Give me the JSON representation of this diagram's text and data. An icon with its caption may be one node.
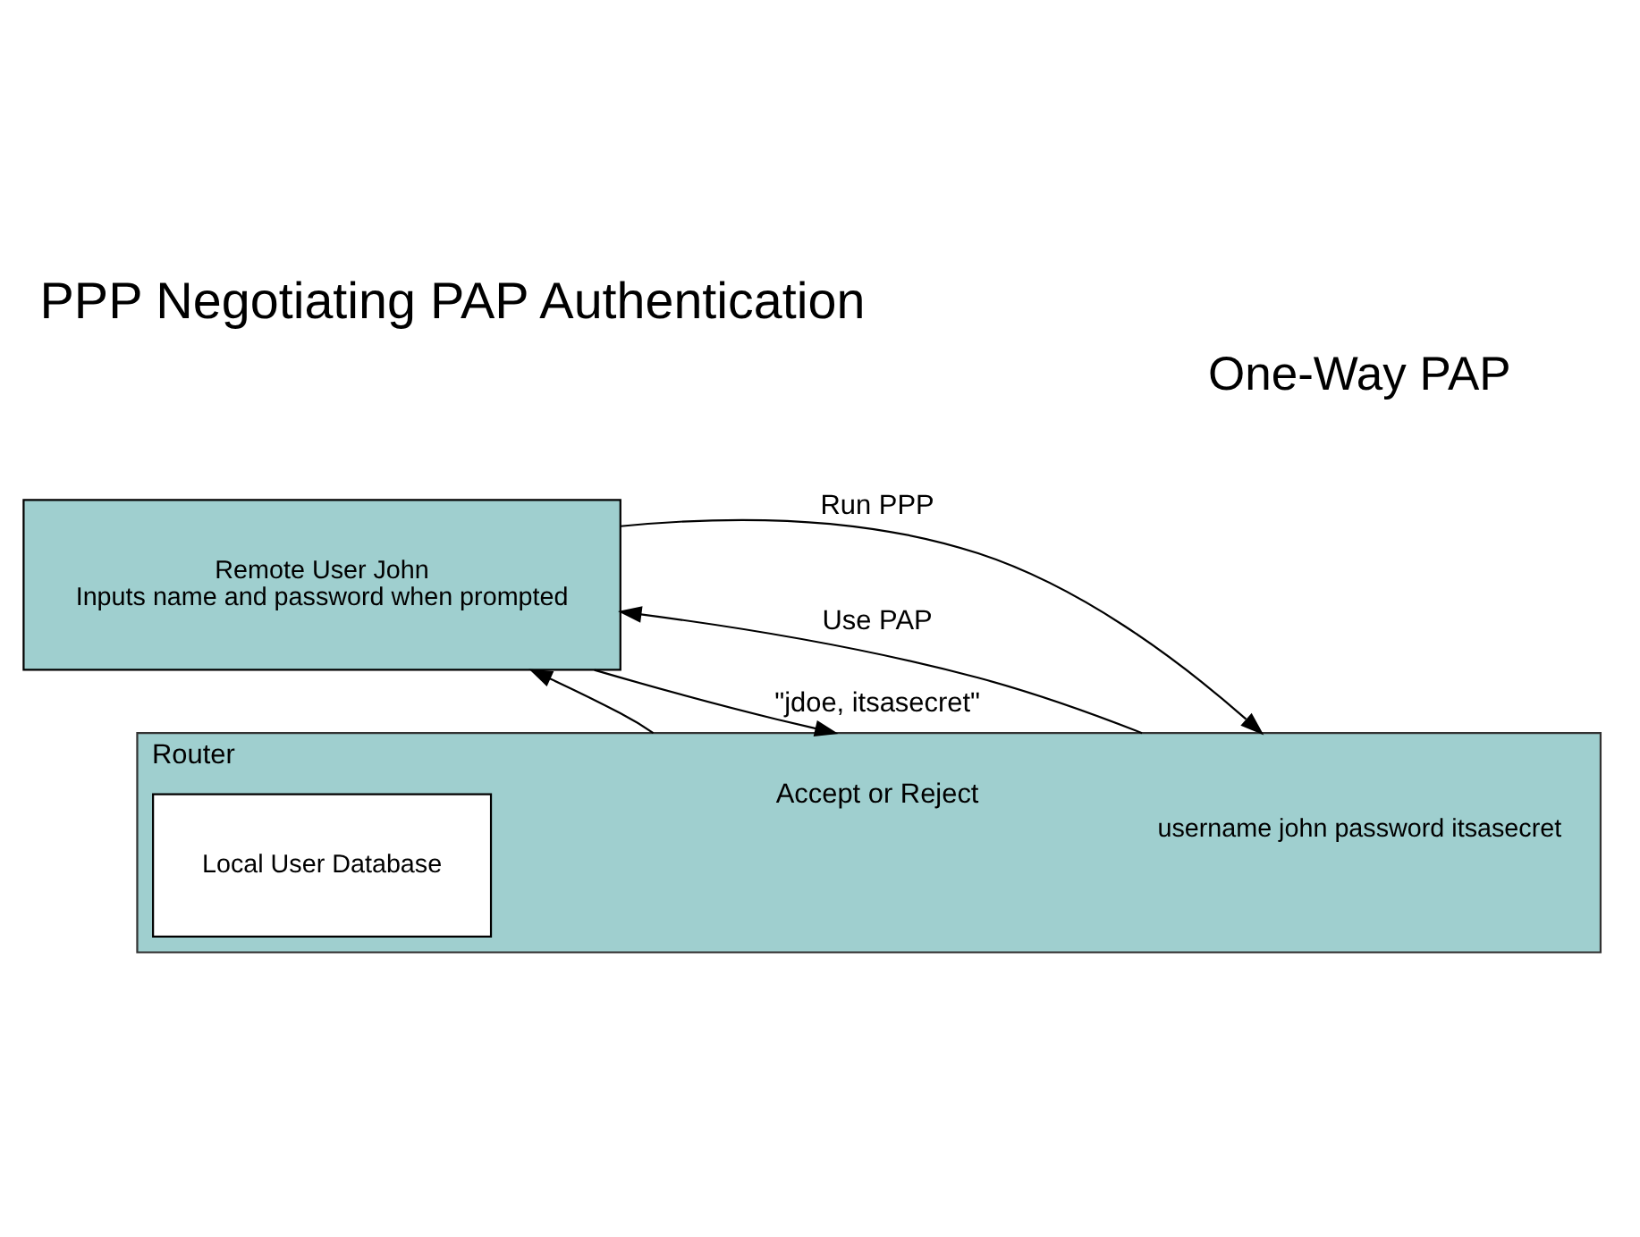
{
  "diagram": {
    "title": "PPP Negotiating PAP Authentication",
    "nodes": [
      {
        "text": [
          "Remote User John",
          "Inputs name and password when prompted"
        ]
      },
      {
        "text": [
          "Router",
          "username john password itsasecret"
        ]
      },
      {
        "text": [
          "Local User Database"
        ],
        "in": 1
      }
    ],
    "edges": [
      {
        "from": 0,
        "to": 1,
        "arrow": "to",
        "label": "Run PPP"
      },
      {
        "from": 1,
        "to": 0,
        "arrow": "to",
        "label": "Use PAP"
      },
      {
        "from": 0,
        "to": 1,
        "arrow": "to",
        "label": "\"jdoe, itsasecret\""
      },
      {
        "from": 1,
        "to": 0,
        "arrow": "to",
        "label": "Accept or Reject"
      }
    ],
    "labels": [
      "One-Way PAP"
    ]
  }
}
